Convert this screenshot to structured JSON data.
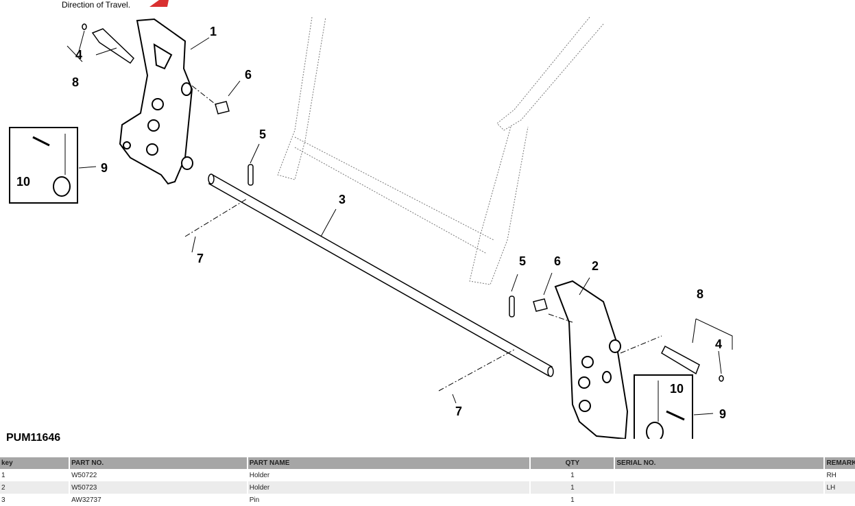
{
  "direction_label": "Direction of Travel.",
  "figure_id": "PUM11646",
  "callouts": {
    "holder_rh": "1",
    "holder_lh": "2",
    "shaft": "3",
    "snap_left": "4",
    "snap_right": "4",
    "pin_left": "5",
    "pin_right": "5",
    "nut_left": "6",
    "nut_right": "6",
    "cotter_left": "7",
    "cotter_right": "7",
    "pivot_left": "8",
    "pivot_right": "8",
    "lynch_left": "9",
    "lynch_right": "9",
    "spring_left": "10",
    "spring_right": "10"
  },
  "colors": {
    "arrow": "#d93030",
    "header_bg": "#a6a6a6",
    "alt_row": "#ececec"
  },
  "table": {
    "headers": [
      "key",
      "PART NO.",
      "PART NAME",
      "QTY",
      "SERIAL NO.",
      "REMARKS"
    ],
    "rows": [
      {
        "key": "1",
        "part_no": "W50722",
        "part_name": "Holder",
        "qty": "1",
        "serial": "",
        "remarks": "RH"
      },
      {
        "key": "2",
        "part_no": "W50723",
        "part_name": "Holder",
        "qty": "1",
        "serial": "",
        "remarks": "LH"
      },
      {
        "key": "3",
        "part_no": "AW32737",
        "part_name": "Pin",
        "qty": "1",
        "serial": "",
        "remarks": ""
      }
    ]
  }
}
